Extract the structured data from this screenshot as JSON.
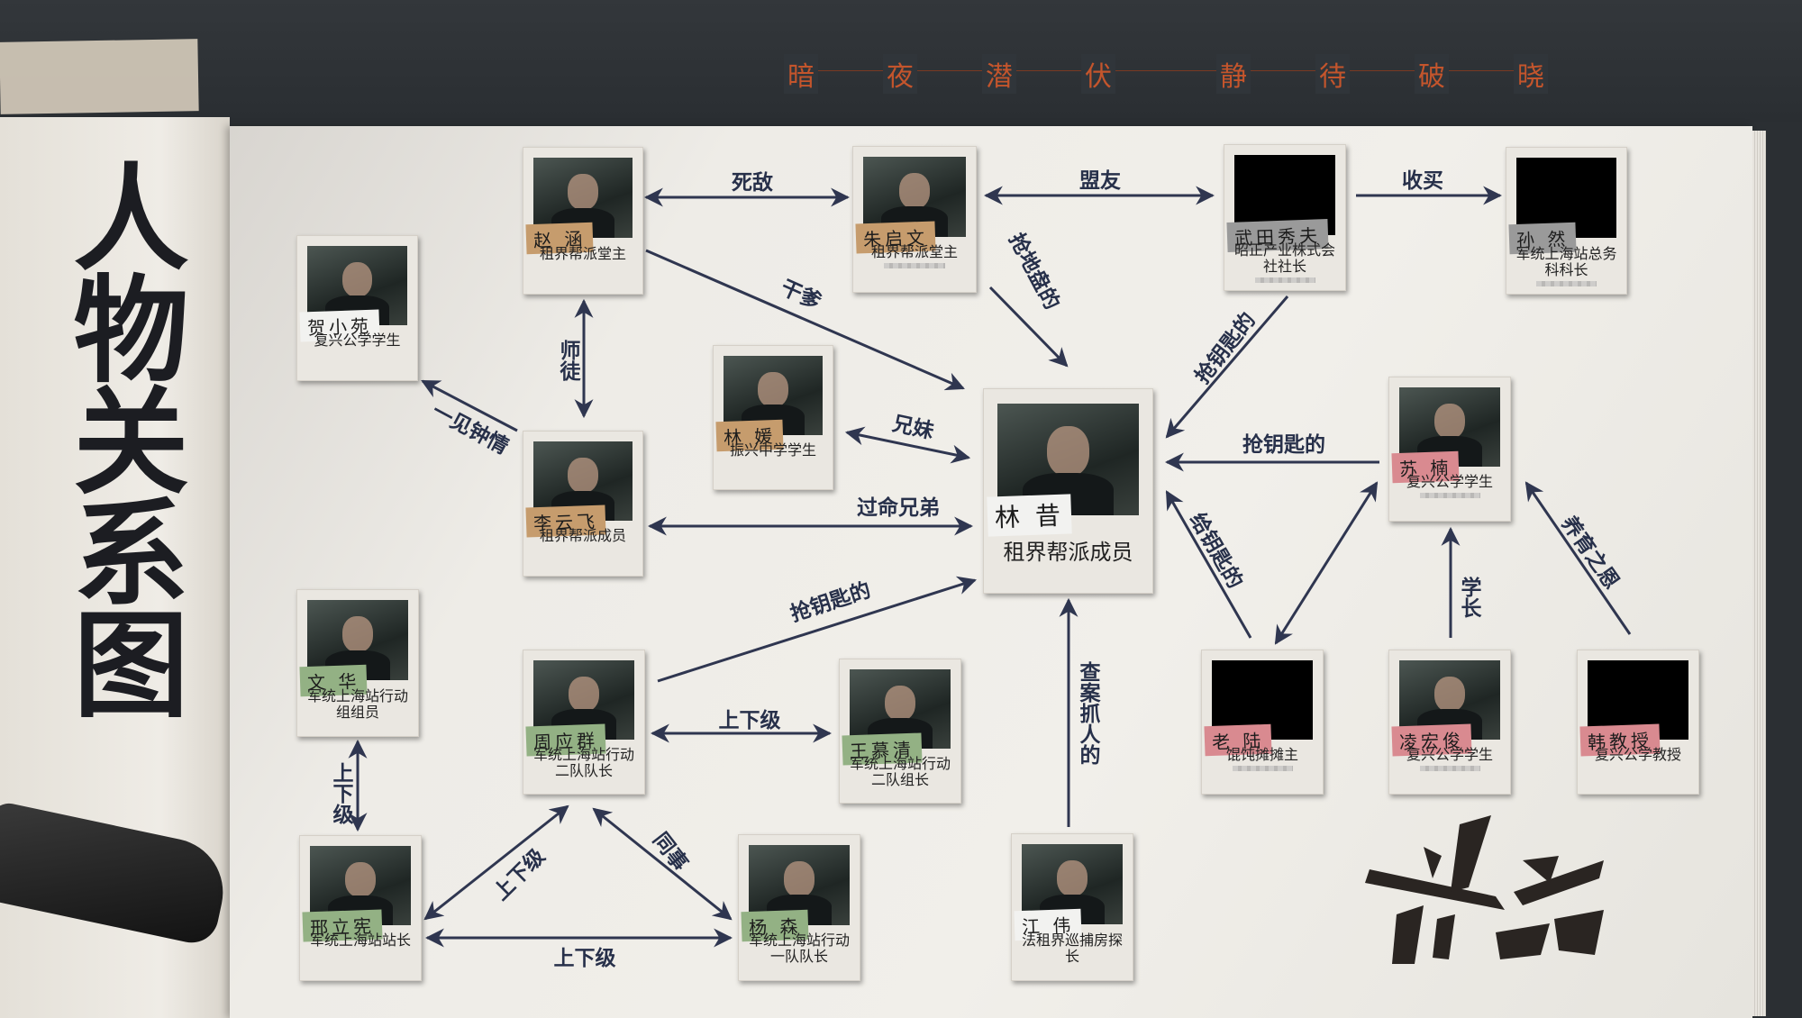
{
  "slogan": [
    "暗",
    "夜",
    "潜",
    "伏",
    "静",
    "待",
    "破",
    "晓"
  ],
  "title": "人物关系图",
  "logo_text": "前行",
  "colors": {
    "slogan": "#c4552c",
    "arrow": "#2f3650",
    "tag_tan": "#c69c6d",
    "tag_grey": "#9a9a9a",
    "tag_pink": "#d98a90",
    "tag_green": "#93b184",
    "tag_white": "#f2f2f0"
  },
  "characters": [
    {
      "name": "贺小苑",
      "role": "复兴公学学生",
      "tag": "white",
      "redacted": false
    },
    {
      "name": "赵 涵",
      "role": "租界帮派堂主",
      "tag": "tan",
      "redacted": false
    },
    {
      "name": "朱启文",
      "role": "租界帮派堂主",
      "tag": "tan",
      "redacted": false
    },
    {
      "name": "武田秀夫",
      "role": "昭正产业株式会社社长",
      "tag": "grey",
      "redacted": true
    },
    {
      "name": "孙 然",
      "role": "军统上海站总务科科长",
      "tag": "grey",
      "redacted": true
    },
    {
      "name": "林 媛",
      "role": "振兴中学学生",
      "tag": "tan",
      "redacted": false
    },
    {
      "name": "李云飞",
      "role": "租界帮派成员",
      "tag": "tan",
      "redacted": false
    },
    {
      "name": "林 昔",
      "role": "租界帮派成员",
      "tag": "white",
      "redacted": false
    },
    {
      "name": "苏 楠",
      "role": "复兴公学学生",
      "tag": "pink",
      "redacted": false
    },
    {
      "name": "文 华",
      "role": "军统上海站行动组组员",
      "tag": "green",
      "redacted": false
    },
    {
      "name": "周应群",
      "role": "军统上海站行动二队队长",
      "tag": "green",
      "redacted": false
    },
    {
      "name": "王慕清",
      "role": "军统上海站行动二队组长",
      "tag": "green",
      "redacted": false
    },
    {
      "name": "邢立宪",
      "role": "军统上海站站长",
      "tag": "green",
      "redacted": false
    },
    {
      "name": "杨 森",
      "role": "军统上海站行动一队队长",
      "tag": "green",
      "redacted": false
    },
    {
      "name": "江 伟",
      "role": "法租界巡捕房探长",
      "tag": "white",
      "redacted": false
    },
    {
      "name": "老 陆",
      "role": "馄饨摊摊主",
      "tag": "pink",
      "redacted": true
    },
    {
      "name": "凌宏俊",
      "role": "复兴公学学生",
      "tag": "pink",
      "redacted": false
    },
    {
      "name": "韩教授",
      "role": "复兴公学教授",
      "tag": "pink",
      "redacted": true
    }
  ],
  "relations": [
    {
      "from": "赵涵",
      "to": "朱启文",
      "label": "死敌",
      "arrows": "both"
    },
    {
      "from": "朱启文",
      "to": "武田秀夫",
      "label": "盟友",
      "arrows": "both"
    },
    {
      "from": "武田秀夫",
      "to": "孙然",
      "label": "收买",
      "arrows": "end"
    },
    {
      "from": "赵涵",
      "to": "林昔",
      "label": "干爹",
      "arrows": "end"
    },
    {
      "from": "朱启文",
      "to": "林昔",
      "label": "抢地盘的",
      "arrows": "end"
    },
    {
      "from": "武田秀夫",
      "to": "林昔",
      "label": "抢钥匙的",
      "arrows": "end"
    },
    {
      "from": "苏楠",
      "to": "林昔",
      "label": "抢钥匙的",
      "arrows": "end"
    },
    {
      "from": "老陆",
      "to": "林昔",
      "label": "给钥匙的",
      "arrows": "end"
    },
    {
      "from": "老陆",
      "to": "苏楠",
      "label": "",
      "arrows": "both"
    },
    {
      "from": "凌宏俊",
      "to": "苏楠",
      "label": "学长",
      "arrows": "end"
    },
    {
      "from": "韩教授",
      "to": "苏楠",
      "label": "养育之恩",
      "arrows": "end"
    },
    {
      "from": "林媛",
      "to": "林昔",
      "label": "兄妹",
      "arrows": "both"
    },
    {
      "from": "李云飞",
      "to": "林昔",
      "label": "过命兄弟",
      "arrows": "both"
    },
    {
      "from": "赵涵",
      "to": "李云飞",
      "label": "师徒",
      "arrows": "both"
    },
    {
      "from": "李云飞",
      "to": "贺小苑",
      "label": "一见钟情",
      "arrows": "end"
    },
    {
      "from": "周应群",
      "to": "林昔",
      "label": "抢钥匙的",
      "arrows": "end"
    },
    {
      "from": "周应群",
      "to": "王慕清",
      "label": "上下级",
      "arrows": "both"
    },
    {
      "from": "文华",
      "to": "邢立宪",
      "label": "上下级",
      "arrows": "both"
    },
    {
      "from": "周应群",
      "to": "邢立宪",
      "label": "上下级",
      "arrows": "both"
    },
    {
      "from": "周应群",
      "to": "杨森",
      "label": "同事",
      "arrows": "both"
    },
    {
      "from": "邢立宪",
      "to": "杨森",
      "label": "上下级",
      "arrows": "both"
    },
    {
      "from": "江伟",
      "to": "林昔",
      "label": "查案抓人的",
      "arrows": "end"
    }
  ]
}
